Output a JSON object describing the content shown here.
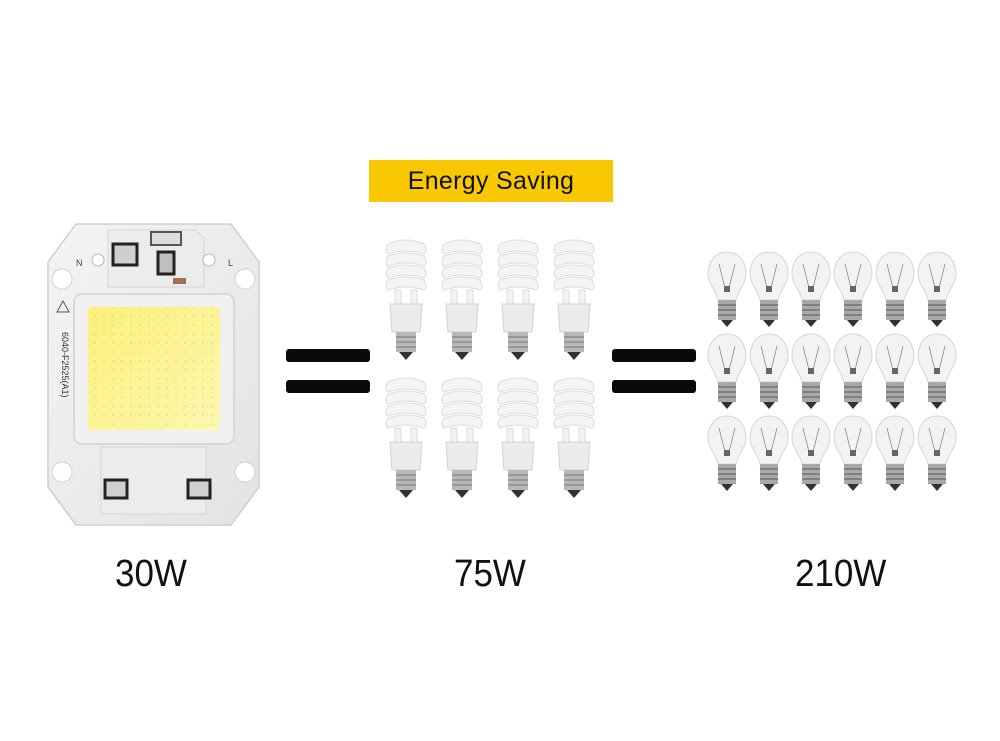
{
  "banner": {
    "text": "Energy Saving",
    "color": "#f9c800"
  },
  "groups": [
    {
      "name": "cob-led-chip",
      "label": "30W",
      "count": 1,
      "chip": {
        "left_marking": "N",
        "right_marking": "L",
        "model_text": "6040-F2525(A1)",
        "phosphor_color": "#fbf38a"
      }
    },
    {
      "name": "cfl-spiral-bulbs",
      "label": "75W",
      "count": 8,
      "rows": 2,
      "cols": 4
    },
    {
      "name": "incandescent-bulbs",
      "label": "210W",
      "count": 18,
      "rows": 3,
      "cols": 6
    }
  ],
  "operators": [
    "=",
    "="
  ]
}
